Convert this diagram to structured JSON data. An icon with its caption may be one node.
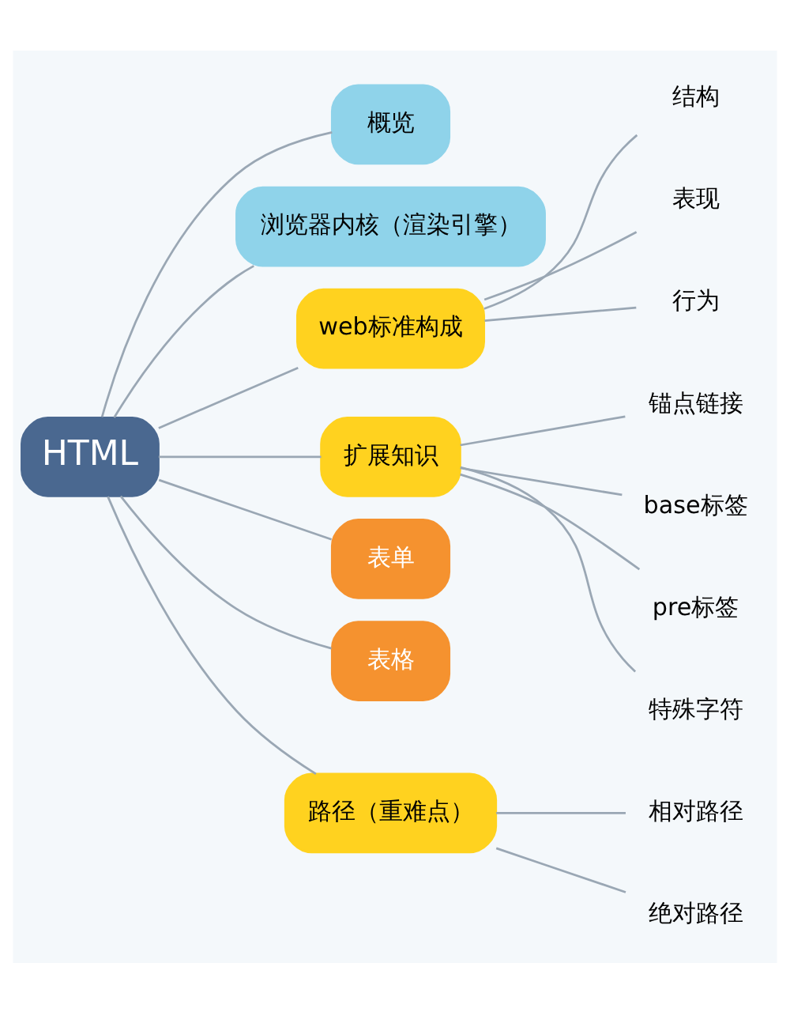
{
  "diagram": {
    "nodes": [
      {
        "text": [
          "HTML"
        ]
      },
      {
        "text": [
          "概览"
        ]
      },
      {
        "text": [
          "浏览器内核（渲染引擎）"
        ]
      },
      {
        "text": [
          "web标准构成"
        ]
      },
      {
        "text": [
          "结构"
        ]
      },
      {
        "text": [
          "表现"
        ]
      },
      {
        "text": [
          "行为"
        ]
      },
      {
        "text": [
          "扩展知识"
        ]
      },
      {
        "text": [
          "锚点链接"
        ]
      },
      {
        "text": [
          "base标签"
        ]
      },
      {
        "text": [
          "pre标签"
        ]
      },
      {
        "text": [
          "特殊字符"
        ]
      },
      {
        "text": [
          "表单"
        ]
      },
      {
        "text": [
          "表格"
        ]
      },
      {
        "text": [
          "路径（重难点）"
        ]
      },
      {
        "text": [
          "相对路径"
        ]
      },
      {
        "text": [
          "绝对路径"
        ]
      }
    ],
    "edges": [
      {
        "from": 0,
        "to": 1,
        "arrow": "none"
      },
      {
        "from": 0,
        "to": 2,
        "arrow": "none"
      },
      {
        "from": 0,
        "to": 3,
        "arrow": "none"
      },
      {
        "from": 3,
        "to": 4,
        "arrow": "none"
      },
      {
        "from": 3,
        "to": 5,
        "arrow": "none"
      },
      {
        "from": 3,
        "to": 6,
        "arrow": "none"
      },
      {
        "from": 0,
        "to": 7,
        "arrow": "none"
      },
      {
        "from": 7,
        "to": 8,
        "arrow": "none"
      },
      {
        "from": 7,
        "to": 9,
        "arrow": "none"
      },
      {
        "from": 7,
        "to": 10,
        "arrow": "none"
      },
      {
        "from": 7,
        "to": 11,
        "arrow": "none"
      },
      {
        "from": 0,
        "to": 12,
        "arrow": "none"
      },
      {
        "from": 0,
        "to": 13,
        "arrow": "none"
      },
      {
        "from": 0,
        "to": 14,
        "arrow": "none"
      },
      {
        "from": 14,
        "to": 15,
        "arrow": "none"
      },
      {
        "from": 14,
        "to": 16,
        "arrow": "none"
      }
    ]
  }
}
